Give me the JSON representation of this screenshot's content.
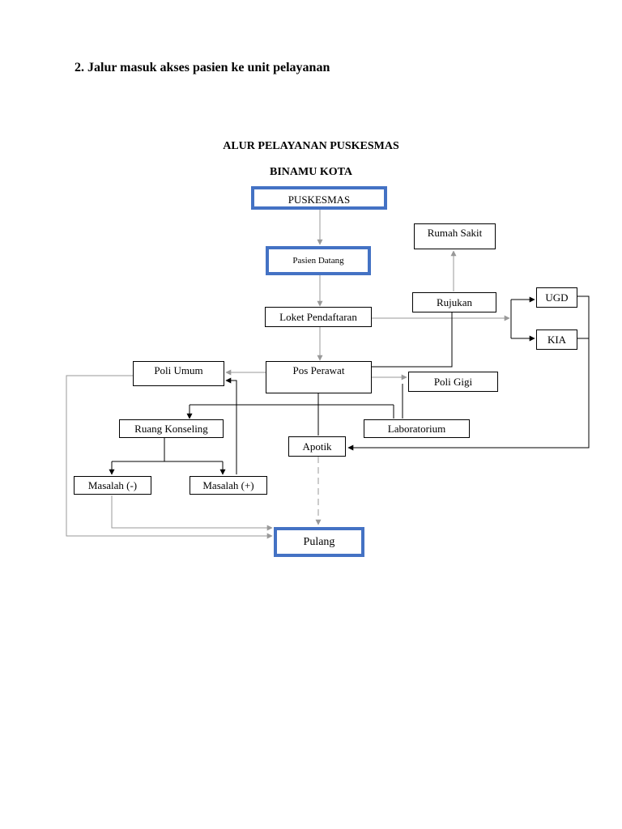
{
  "heading": "2.  Jalur masuk akses pasien ke unit pelayanan",
  "title_line1": "ALUR PELAYANAN PUSKESMAS",
  "title_line2": "BINAMU KOTA",
  "nodes": {
    "puskesmas": "PUSKESMAS",
    "pasien_datang": "Pasien Datang",
    "loket": "Loket Pendaftaran",
    "pos_perawat": "Pos Perawat",
    "poli_umum": "Poli Umum",
    "poli_gigi": "Poli Gigi",
    "rujukan": "Rujukan",
    "rumah_sakit": "Rumah Sakit",
    "ugd": "UGD",
    "kia": "KIA",
    "ruang_konseling": "Ruang Konseling",
    "laboratorium": "Laboratorium",
    "apotik": "Apotik",
    "masalah_neg": "Masalah (-)",
    "masalah_pos": "Masalah (+)",
    "pulang": "Pulang"
  },
  "colors": {
    "accent_border": "#4472c4",
    "line": "#000000",
    "dashed_line": "#999999"
  }
}
